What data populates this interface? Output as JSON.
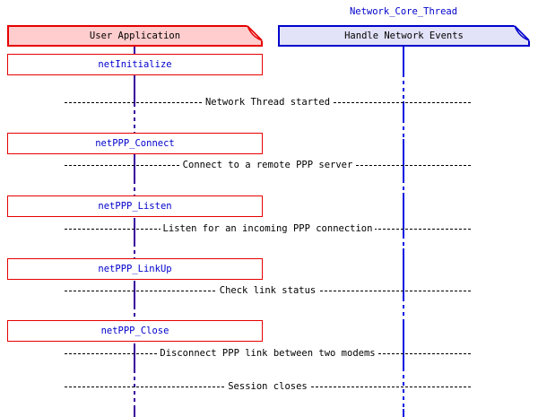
{
  "diagram": {
    "title": "Network_Core_Thread",
    "participants": {
      "left": {
        "label": "User Application"
      },
      "right": {
        "label": "Handle Network Events"
      }
    },
    "calls": [
      "netInitialize",
      "netPPP_Connect",
      "netPPP_Listen",
      "netPPP_LinkUp",
      "netPPP_Close"
    ],
    "messages": [
      "Network Thread started",
      "Connect to a remote PPP server",
      "Listen for an incoming PPP connection",
      "Check link status",
      "Disconnect PPP link between two modems",
      "Session closes"
    ]
  },
  "colors": {
    "red-border": "#e60000",
    "pink-fill": "#ffcdcd",
    "blue-border": "#0000cd",
    "lavender-fill": "#e2e2f8",
    "blue-text": "#0000cc",
    "left-lifeline": "#38009e",
    "right-lifeline": "#0013e0",
    "message-line": "#000000"
  }
}
